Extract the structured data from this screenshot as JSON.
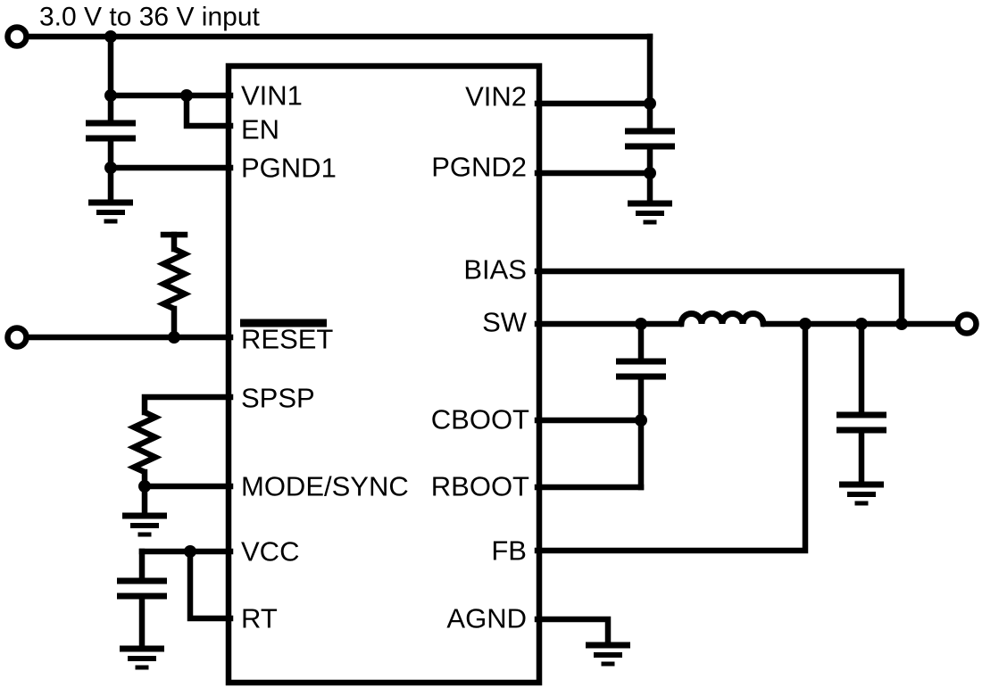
{
  "diagram": {
    "type": "circuit-schematic",
    "title": "3.0 V to 36 V input",
    "colors": {
      "line": "#000000",
      "background": "#ffffff"
    }
  },
  "ic": {
    "left_pins": {
      "vin1": "VIN1",
      "en": "EN",
      "pgnd1": "PGND1",
      "reset": "RESET",
      "spsp": "SPSP",
      "mode_sync": "MODE/SYNC",
      "vcc": "VCC",
      "rt": "RT"
    },
    "right_pins": {
      "vin2": "VIN2",
      "pgnd2": "PGND2",
      "bias": "BIAS",
      "sw": "SW",
      "cboot": "CBOOT",
      "rboot": "RBOOT",
      "fb": "FB",
      "agnd": "AGND"
    },
    "reset_active_low": true
  },
  "components": {
    "terminals": [
      "input-terminal",
      "reset-terminal",
      "output-terminal"
    ],
    "capacitors": [
      "input-capacitor",
      "vin2-capacitor",
      "vcc-capacitor",
      "cboot-capacitor",
      "output-capacitor"
    ],
    "resistors": [
      "reset-pullup-resistor",
      "mode-sync-resistor"
    ],
    "inductors": [
      "output-inductor"
    ],
    "ground_symbols": 6
  }
}
